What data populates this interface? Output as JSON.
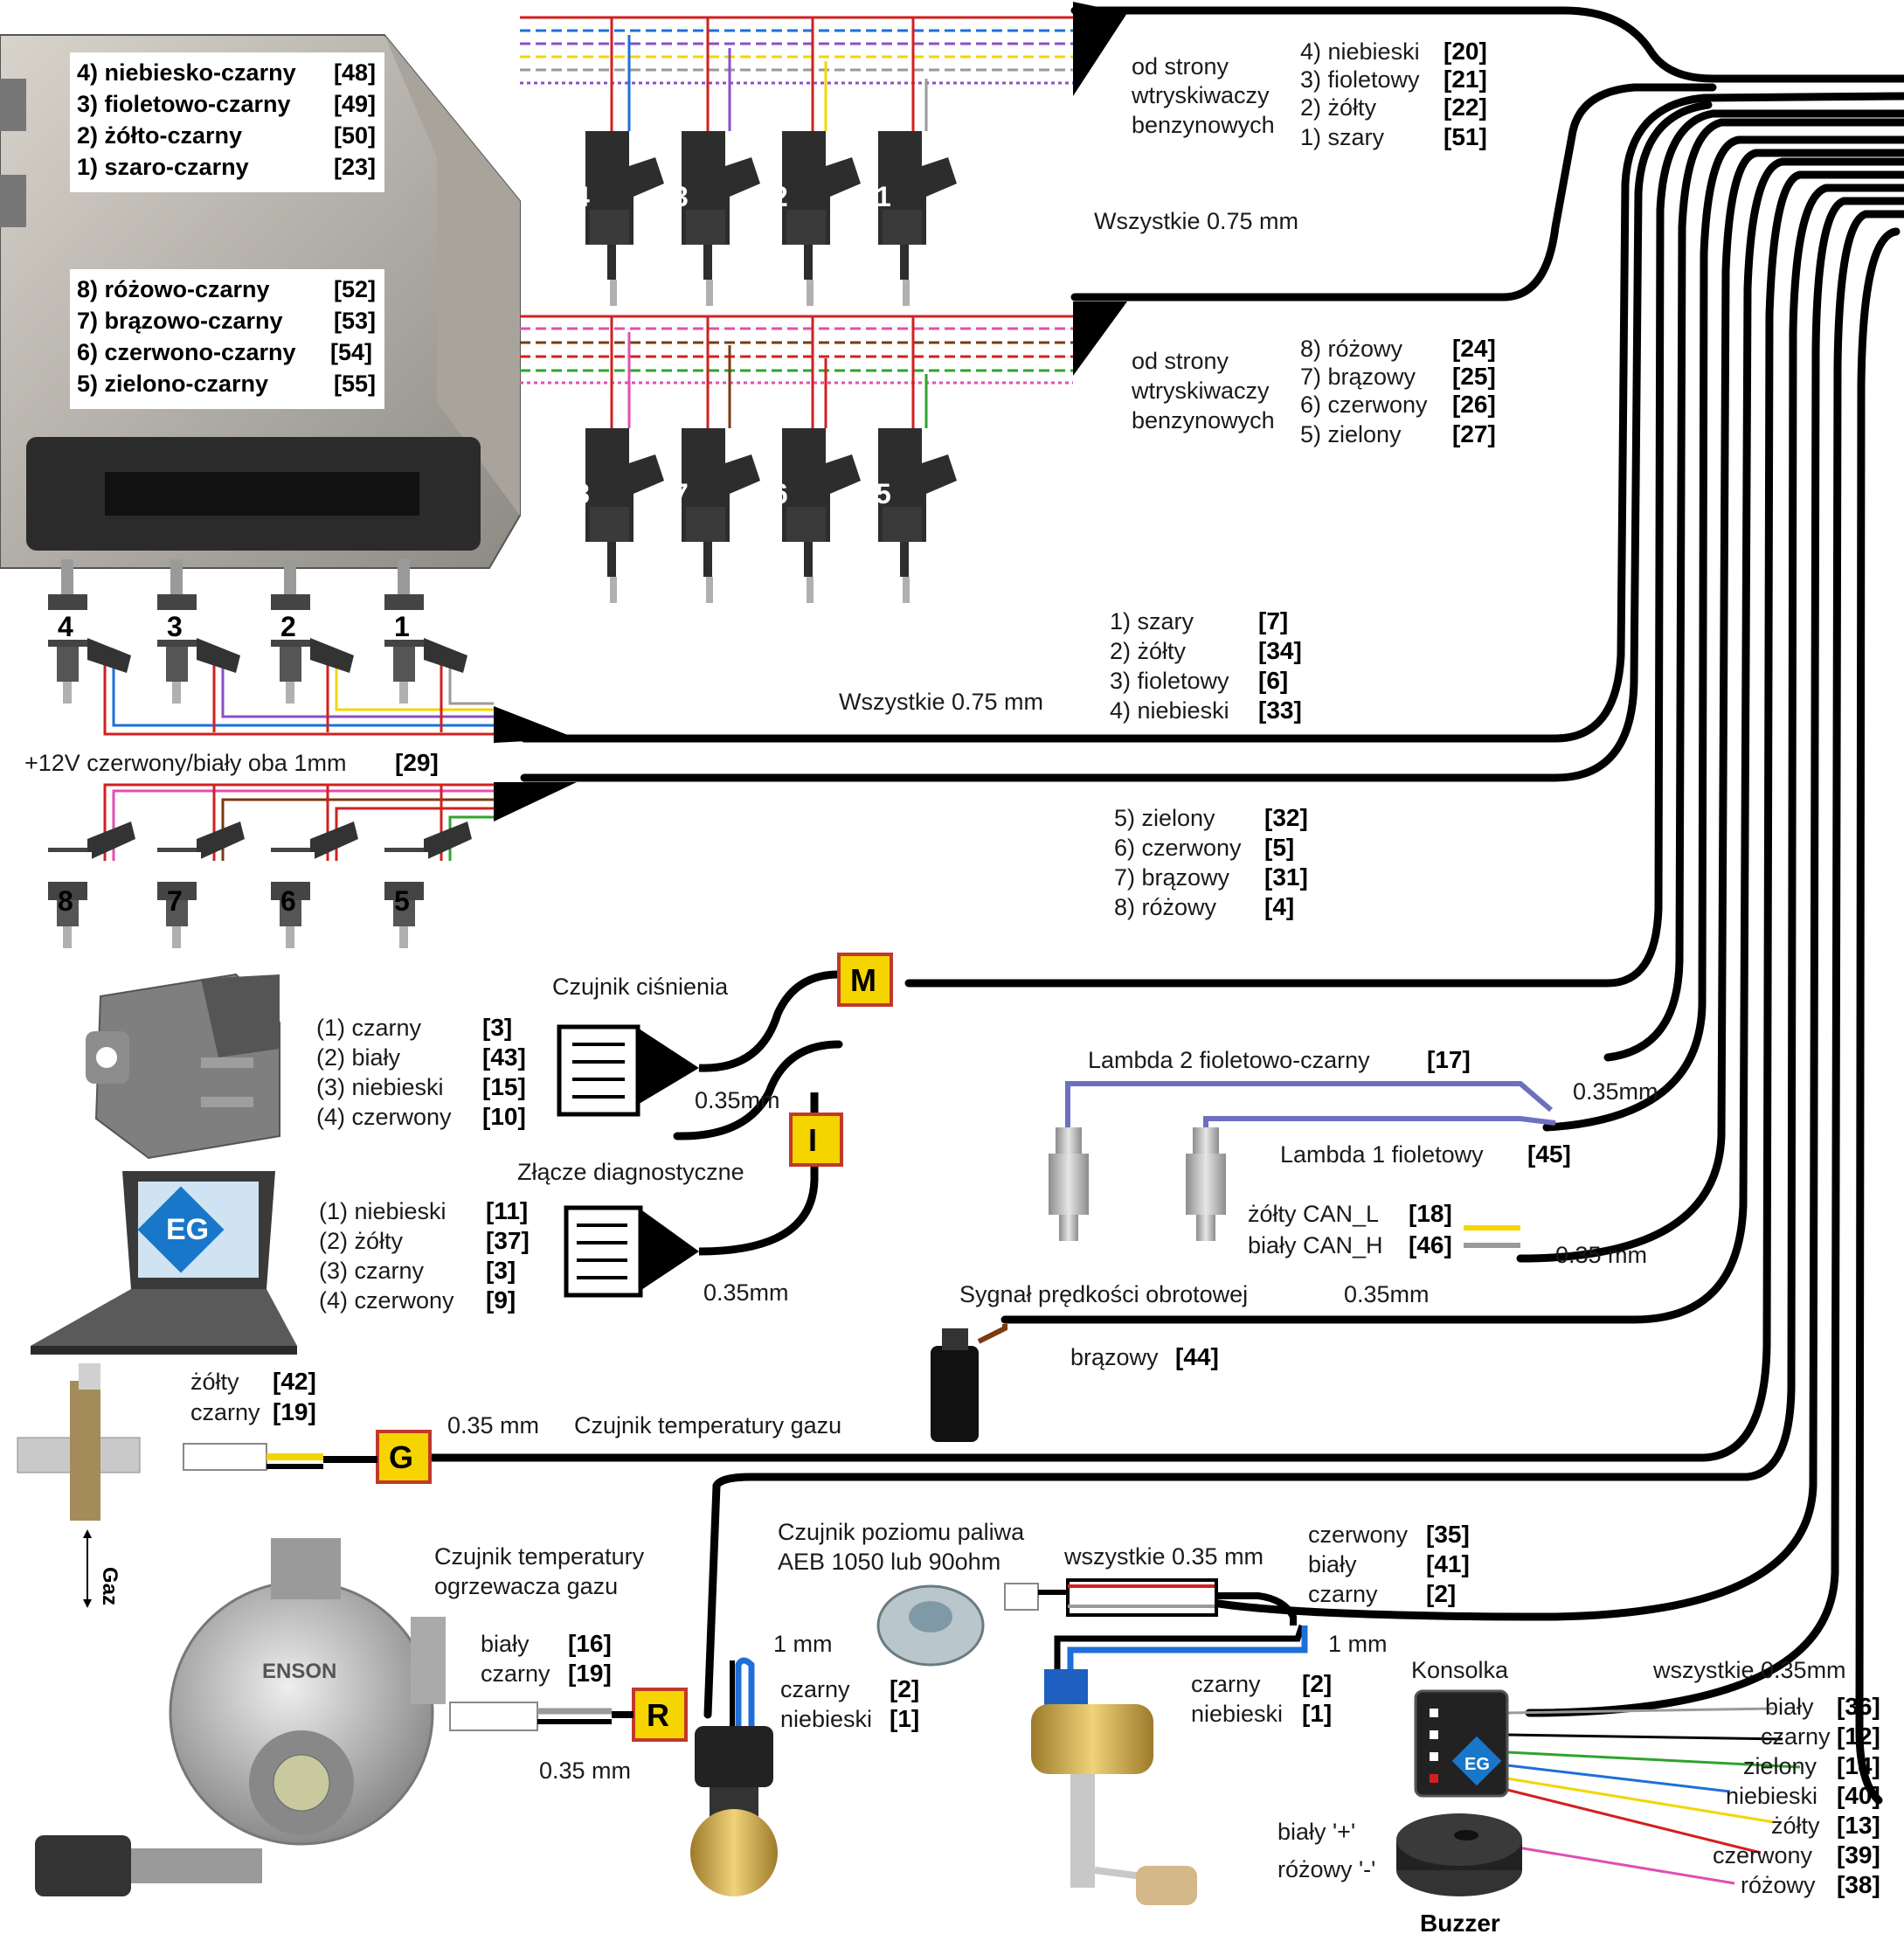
{
  "ecu": {
    "labels_top": [
      "4) niebiesko-czarny",
      "3) fioletowo-czarny",
      "2) żółto-czarny",
      "1) szaro-czarny"
    ],
    "pins_top": [
      "[48]",
      "[49]",
      "[50]",
      "[23]"
    ],
    "labels_bottom": [
      "8) różowo-czarny",
      "7) brązowo-czarny",
      "6) czerwono-czarny",
      "5) zielono-czarny"
    ],
    "pins_bottom": [
      "[52]",
      "[53]",
      "[54]",
      "[55]"
    ]
  },
  "petrol_top": {
    "injector_numbers": [
      "4",
      "3",
      "2",
      "1"
    ],
    "side_label": [
      "od strony",
      "wtryskiwaczy",
      "benzynowych"
    ],
    "wires": [
      "4) niebieski",
      "3) fioletowy",
      "2) żółty",
      "1) szary"
    ],
    "pins": [
      "[20]",
      "[21]",
      "[22]",
      "[51]"
    ],
    "note": "Wszystkie 0.75 mm"
  },
  "petrol_bottom": {
    "injector_numbers": [
      "8",
      "7",
      "6",
      "5"
    ],
    "side_label": [
      "od strony",
      "wtryskiwaczy",
      "benzynowych"
    ],
    "wires": [
      "8) różowy",
      "7) brązowy",
      "6) czerwony",
      "5) zielony"
    ],
    "pins": [
      "[24]",
      "[25]",
      "[26]",
      "[27]"
    ]
  },
  "gas_injectors": {
    "top_numbers": [
      "4",
      "3",
      "2",
      "1"
    ],
    "bottom_numbers": [
      "8",
      "7",
      "6",
      "5"
    ],
    "note": "Wszystkie 0.75 mm",
    "wires_top": [
      "1) szary",
      "2) żółty",
      "3) fioletowy",
      "4) niebieski"
    ],
    "pins_top": [
      "[7]",
      "[34]",
      "[6]",
      "[33]"
    ],
    "supply": "+12V czerwony/biały oba 1mm",
    "supply_pin": "[29]",
    "wires_bottom": [
      "5) zielony",
      "6) czerwony",
      "7) brązowy",
      "8) różowy"
    ],
    "pins_bottom": [
      "[32]",
      "[5]",
      "[31]",
      "[4]"
    ]
  },
  "pressure_sensor": {
    "title": "Czujnik ciśnienia",
    "box": "M",
    "gauge": "0.35mm",
    "wires": [
      "(1) czarny",
      "(2) biały",
      "(3) niebieski",
      "(4) czerwony"
    ],
    "pins": [
      "[3]",
      "[43]",
      "[15]",
      "[10]"
    ]
  },
  "diagnostic": {
    "title": "Złącze diagnostyczne",
    "box": "I",
    "gauge": "0.35mm",
    "logo": "EG",
    "wires": [
      "(1) niebieski",
      "(2) żółty",
      "(3) czarny",
      "(4) czerwony"
    ],
    "pins": [
      "[11]",
      "[37]",
      "[3]",
      "[9]"
    ]
  },
  "lambda": {
    "lambda2": "Lambda 2  fioletowo-czarny",
    "lambda2_pin": "[17]",
    "lambda1": "Lambda 1  fioletowy",
    "lambda1_pin": "[45]",
    "gauge": "0.35mm"
  },
  "can": {
    "can_l": "żółty CAN_L",
    "can_l_pin": "[18]",
    "can_h": "biały CAN_H",
    "can_h_pin": "[46]",
    "gauge": "0.35 mm"
  },
  "rpm": {
    "title": "Sygnał prędkości obrotowej",
    "gauge": "0.35mm",
    "wire": "brązowy",
    "pin": "[44]"
  },
  "gas_temp": {
    "wire1": "żółty",
    "pin1": "[42]",
    "wire2": "czarny",
    "pin2": "[19]",
    "box": "G",
    "gauge": "0.35 mm",
    "title": "Czujnik temperatury gazu",
    "flow": "Gaz"
  },
  "reducer_temp": {
    "title": [
      "Czujnik temperatury",
      "ogrzewacza gazu"
    ],
    "wire1": "biały",
    "pin1": "[16]",
    "wire2": "czarny",
    "pin2": "[19]",
    "box": "R",
    "gauge": "0.35 mm",
    "reducer_logo": "ENSON"
  },
  "reducer_valve": {
    "gauge": "1 mm",
    "wire1": "czarny",
    "pin1": "[2]",
    "wire2": "niebieski",
    "pin2": "[1]"
  },
  "fuel_level": {
    "title": [
      "Czujnik poziomu paliwa",
      "AEB 1050 lub 90ohm"
    ],
    "note": "wszystkie 0.35 mm",
    "wires": [
      "czerwony",
      "biały",
      "czarny"
    ],
    "pins": [
      "[35]",
      "[41]",
      "[2]"
    ]
  },
  "tank_valve": {
    "gauge": "1 mm",
    "wire1": "czarny",
    "pin1": "[2]",
    "wire2": "niebieski",
    "pin2": "[1]"
  },
  "console": {
    "title": "Konsolka",
    "note": "wszystkie 0.35mm",
    "logo": "EG",
    "wires": [
      "biały",
      "czarny",
      "zielony",
      "niebieski",
      "żółty",
      "czerwony",
      "różowy"
    ],
    "pins": [
      "[36]",
      "[12]",
      "[14]",
      "[40]",
      "[13]",
      "[39]",
      "[38]"
    ],
    "buzzer_plus": "biały '+'",
    "buzzer_minus": "różowy '-'",
    "buzzer": "Buzzer"
  },
  "colors": {
    "cable": "#000000",
    "box_fill": "#f5d400",
    "box_stroke": "#c0392b",
    "blue": "#1e6fd9",
    "violet": "#8a4fc7",
    "yellow": "#f2d600",
    "gray": "#9a9a9a",
    "red": "#d22020",
    "pink": "#e04fb0",
    "brown": "#7a3b10",
    "green": "#2fa32f",
    "lambda_wire": "#6f6fc0"
  }
}
